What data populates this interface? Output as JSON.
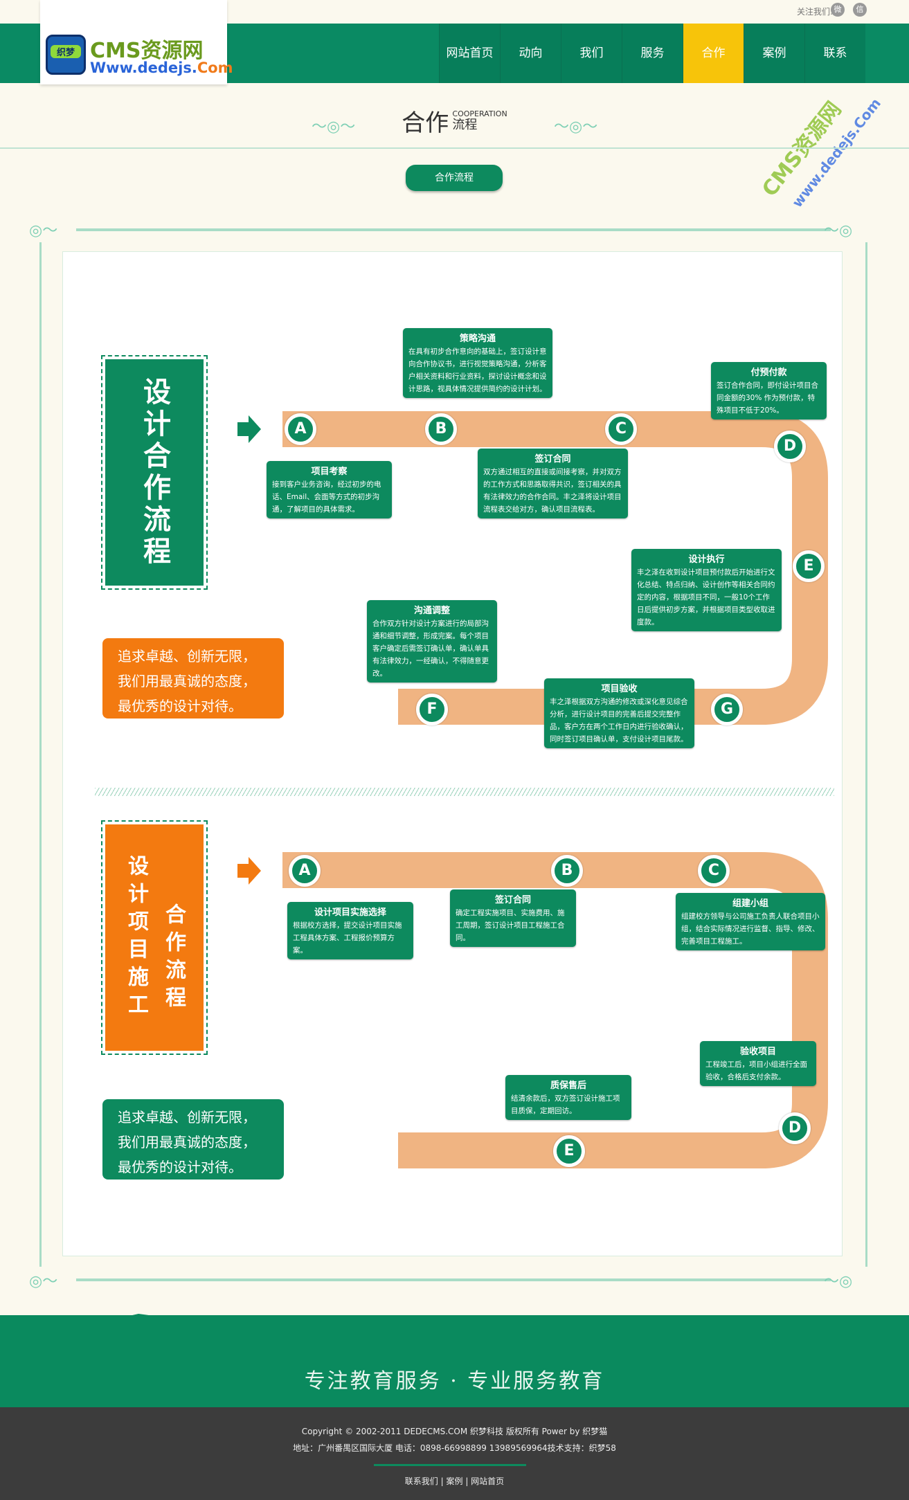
{
  "header": {
    "follow_label": "关注我们:",
    "social_icons": [
      "weibo-icon",
      "wechat-icon"
    ],
    "logo": {
      "badge": "织梦",
      "line1": "CMS资源网",
      "line2a": "Www.dedejs.",
      "line2b": "Com"
    },
    "nav": [
      {
        "label": "网站首页"
      },
      {
        "label": "动向"
      },
      {
        "label": "我们"
      },
      {
        "label": "服务"
      },
      {
        "label": "合作",
        "active": true
      },
      {
        "label": "案例"
      },
      {
        "label": "联系"
      }
    ]
  },
  "watermark": {
    "line1": "CMS资源网",
    "line2": "www.dedejs.Com"
  },
  "page_title": {
    "main": "合作",
    "en": "COOPERATION",
    "sub": "流程"
  },
  "flow_button": "合作流程",
  "section1": {
    "badge": "设计合作流程",
    "slogan": "追求卓越、创新无限，我们用最真诚的态度，最优秀的设计对待。",
    "steps": [
      {
        "letter": "A",
        "title": "项目考察",
        "text": "接到客户业务咨询，经过初步的电话、Email、会面等方式的初步沟通，了解项目的具体需求。"
      },
      {
        "letter": "B",
        "title": "策略沟通",
        "text": "在具有初步合作意向的基础上，签订设计意向合作协议书，进行视觉策略沟通，分析客户相关资料和行业资料，探讨设计概念和设计思路，视具体情况提供简约的设计计划。"
      },
      {
        "letter": "C",
        "title": "签订合同",
        "text": "双方通过相互的直接或间接考察，并对双方的工作方式和思路取得共识，签订相关的具有法律效力的合作合同。丰之泽将设计项目流程表交给对方，确认项目流程表。"
      },
      {
        "letter": "D",
        "title": "付预付款",
        "text": "签订合作合同，即付设计项目合同金额的30%  作为预付款，特殊项目不低于20%。"
      },
      {
        "letter": "E",
        "title": "设计执行",
        "text": "丰之泽在收到设计项目预付款后开始进行文化总结、特点归纳、设计创作等相关合同约定的内容，根据项目不同，一般10个工作日后提供初步方案，并根据项目类型收取进度款。"
      },
      {
        "letter": "F",
        "title": "沟通调整",
        "text": "合作双方针对设计方案进行的局部沟通和细节调整，形成完案。每个项目客户确定后需签订确认单，确认单具有法律效力，一经确认，不得随意更改。"
      },
      {
        "letter": "G",
        "title": "项目验收",
        "text": "丰之泽根据双方沟通的修改或深化意见综合分析，进行设计项目的完善后提交完整作品，客户方在两个工作日内进行验收确认，同时签订项目确认单，支付设计项目尾款。"
      }
    ]
  },
  "section2": {
    "badge_col1": "设计项目施工",
    "badge_col2": "合作流程",
    "slogan": "追求卓越、创新无限，我们用最真诚的态度，最优秀的设计对待。",
    "steps": [
      {
        "letter": "A",
        "title": "设计项目实施选择",
        "text": "根据校方选择，提交设计项目实施工程具体方案、工程报价预算方案。"
      },
      {
        "letter": "B",
        "title": "签订合同",
        "text": "确定工程实施项目、实施费用、施工周期，签订设计项目工程施工合同。"
      },
      {
        "letter": "C",
        "title": "组建小组",
        "text": "组建校方领导与公司施工负责人联合项目小组，结合实际情况进行监督、指导、修改、完善项目工程施工。"
      },
      {
        "letter": "D",
        "title": "验收项目",
        "text": "工程竣工后，项目小组进行全面验收，合格后支付余款。"
      },
      {
        "letter": "E",
        "title": "质保售后",
        "text": "结清余款后，双方签订设计施工项目质保，定期回访。"
      }
    ]
  },
  "banner_slogan": "专注教育服务 · 专业服务教育",
  "footer": {
    "copyright": "Copyright © 2002-2011 DEDECMS.COM 织梦科技 版权所有 Power by 织梦猫",
    "address": "地址：广州番禺区国际大厦 电话：0898-66998899 13989569964技术支持：织梦58",
    "links": [
      "联系我们",
      "案例",
      "网站首页"
    ]
  },
  "colors": {
    "green": "#0d8a5e",
    "orange": "#f37a10",
    "path": "#f0b482",
    "active_nav": "#f7c40a",
    "footer": "#3c3c3c"
  }
}
